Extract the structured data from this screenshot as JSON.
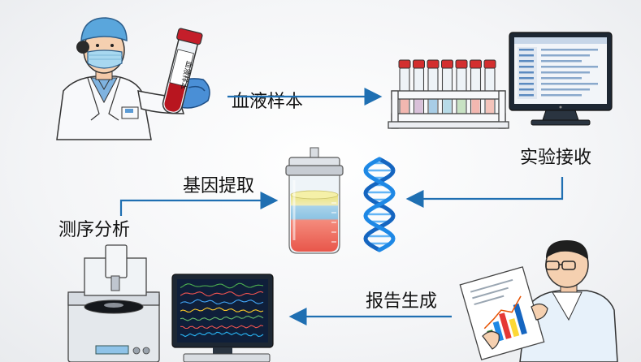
{
  "steps": {
    "blood_sample": "血液样本",
    "lab_receive": "实验接收",
    "gene_extract": "基因提取",
    "sequencing": "测序分析",
    "report": "报告生成"
  },
  "tube_label": "血液样本",
  "colors": {
    "arrow": "#1f6fb2",
    "blood": "#b8151f",
    "dna_blue": "#1565c0",
    "glove": "#4a8fd6",
    "monitor_bezel": "#1d2733",
    "screen_dark": "#0f1f3a"
  }
}
